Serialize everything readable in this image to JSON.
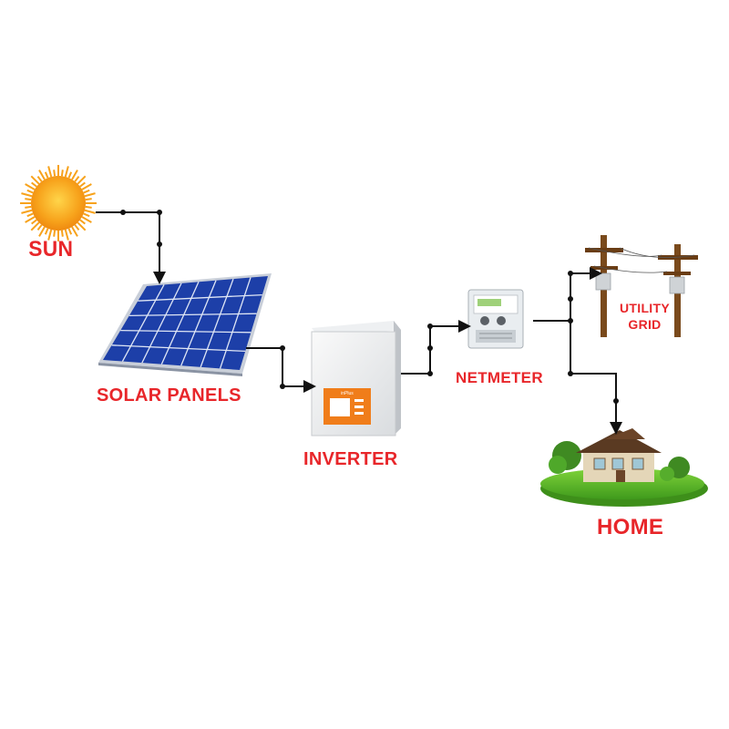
{
  "labels": {
    "sun": "SUN",
    "solar_panels": "SOLAR PANELS",
    "inverter": "INVERTER",
    "netmeter": "NETMETER",
    "utility_grid_line1": "UTILITY",
    "utility_grid_line2": "GRID",
    "home": "HOME"
  },
  "inverter_brand": "inPlus",
  "colors": {
    "label": "#e8262a",
    "connector": "#111111",
    "sun": "#f5a623",
    "panel": "#1d3fa8",
    "inverter_accent": "#f07d1a",
    "grass": "#5fbf2a"
  },
  "icons": [
    "sun-icon",
    "solar-panel-icon",
    "inverter-icon",
    "netmeter-icon",
    "utility-pole-icon",
    "house-icon"
  ]
}
